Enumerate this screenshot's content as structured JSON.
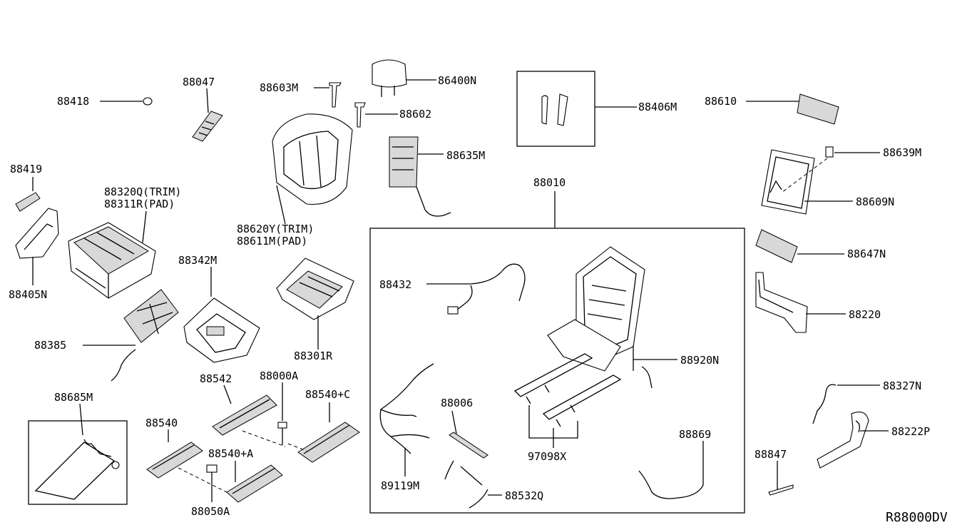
{
  "diagram_code": "R88000DV",
  "labels": {
    "p88418": "88418",
    "p88047": "88047",
    "p88603M": "88603M",
    "p86400N": "86400N",
    "p88602": "88602",
    "p88406M": "88406M",
    "p88610": "88610",
    "p88639M": "88639M",
    "p88609N": "88609N",
    "p88419": "88419",
    "p88320Q": "88320Q(TRIM)",
    "p88311R": "88311R(PAD)",
    "p88405N": "88405N",
    "p88620Y": "88620Y(TRIM)",
    "p88611M": "88611M(PAD)",
    "p88635M": "88635M",
    "p88010": "88010",
    "p88647N": "88647N",
    "p88342M": "88342M",
    "p88432": "88432",
    "p88220": "88220",
    "p88301R": "88301R",
    "p88385": "88385",
    "p88920N": "88920N",
    "p88542": "88542",
    "p88000A": "88000A",
    "p88540C": "88540+C",
    "p88327N": "88327N",
    "p88685M": "88685M",
    "p88006": "88006",
    "p88540": "88540",
    "p88869": "88869",
    "p88222P": "88222P",
    "p88540A": "88540+A",
    "p97098X": "97098X",
    "p88847": "88847",
    "p89119M": "89119M",
    "p88532Q": "88532Q",
    "p88050A": "88050A"
  }
}
